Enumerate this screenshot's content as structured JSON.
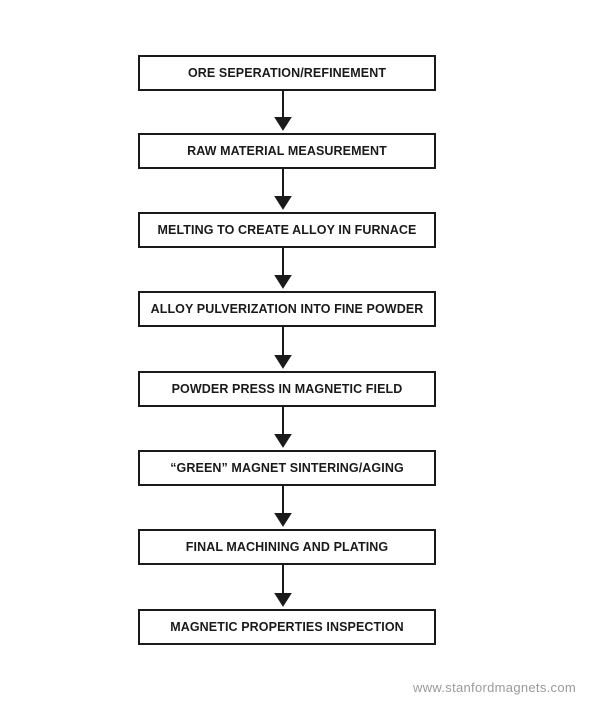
{
  "steps": [
    {
      "label": "ORE SEPERATION/REFINEMENT"
    },
    {
      "label": "RAW MATERIAL MEASUREMENT"
    },
    {
      "label": "MELTING TO CREATE ALLOY IN FURNACE"
    },
    {
      "label": "ALLOY PULVERIZATION INTO FINE POWDER"
    },
    {
      "label": "POWDER PRESS IN MAGNETIC FIELD"
    },
    {
      "label": "“GREEN” MAGNET SINTERING/AGING"
    },
    {
      "label": "FINAL MACHINING AND PLATING"
    },
    {
      "label": "MAGNETIC PROPERTIES INSPECTION"
    }
  ],
  "watermark": "www.stanfordmagnets.com",
  "colors": {
    "box_border": "#1a1a1a",
    "arrow": "#1a1a1a",
    "watermark": "#9a9a9a"
  }
}
